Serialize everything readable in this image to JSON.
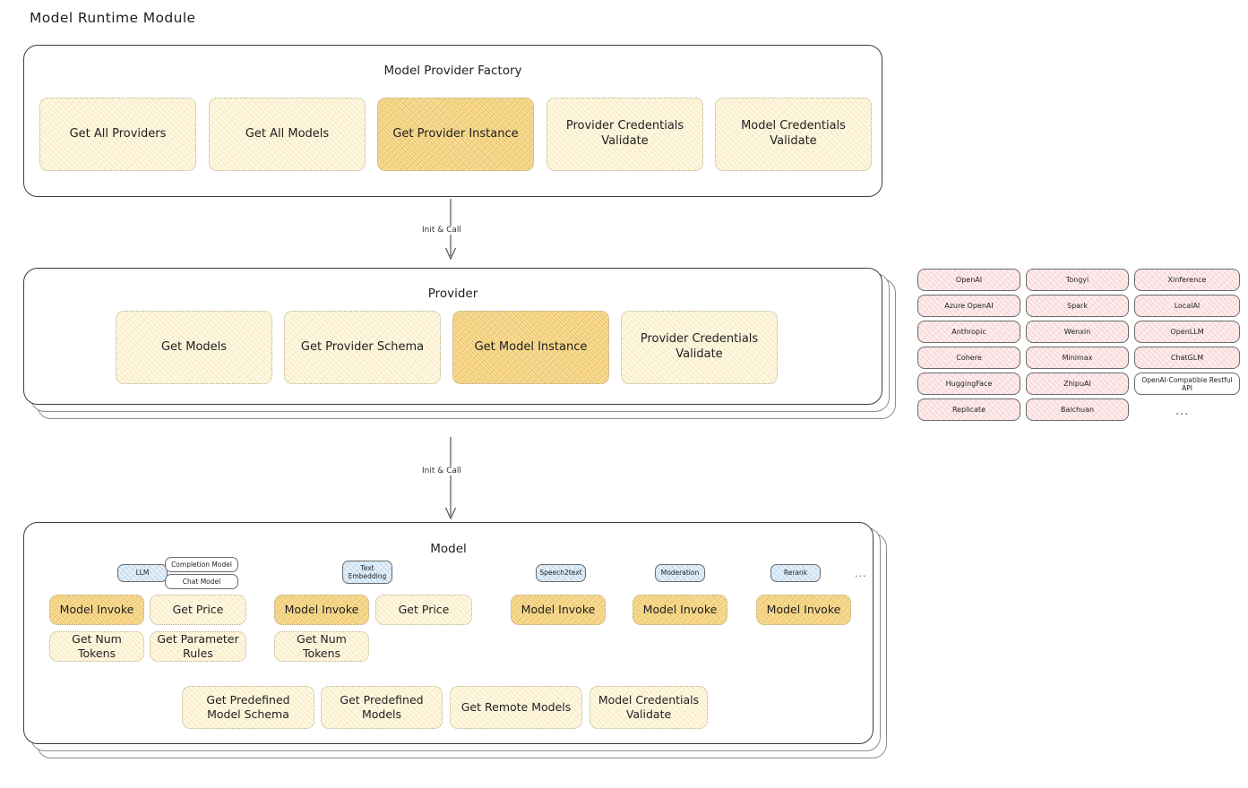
{
  "diagram": {
    "title": "Model Runtime Module"
  },
  "sections": {
    "factory": {
      "title": "Model Provider Factory",
      "nodes": [
        {
          "label": "Get All Providers",
          "highlight": false
        },
        {
          "label": "Get All Models",
          "highlight": false
        },
        {
          "label": "Get Provider Instance",
          "highlight": true
        },
        {
          "label": "Provider Credentials Validate",
          "highlight": false
        },
        {
          "label": "Model Credentials Validate",
          "highlight": false
        }
      ]
    },
    "provider": {
      "title": "Provider",
      "nodes": [
        {
          "label": "Get Models",
          "highlight": false
        },
        {
          "label": "Get Provider Schema",
          "highlight": false
        },
        {
          "label": "Get Model Instance",
          "highlight": true
        },
        {
          "label": "Provider Credentials Validate",
          "highlight": false
        }
      ]
    },
    "model": {
      "title": "Model",
      "groups": [
        {
          "badge": "LLM",
          "sub_badges": [
            "Completion Model",
            "Chat Model"
          ],
          "nodes": [
            {
              "label": "Model Invoke",
              "highlight": true
            },
            {
              "label": "Get Price",
              "highlight": false
            },
            {
              "label": "Get Num Tokens",
              "highlight": false
            },
            {
              "label": "Get Parameter Rules",
              "highlight": false
            }
          ]
        },
        {
          "badge": "Text Embedding",
          "sub_badges": [],
          "nodes": [
            {
              "label": "Model Invoke",
              "highlight": true
            },
            {
              "label": "Get Price",
              "highlight": false
            },
            {
              "label": "Get Num Tokens",
              "highlight": false
            }
          ]
        },
        {
          "badge": "Speech2text",
          "sub_badges": [],
          "nodes": [
            {
              "label": "Model Invoke",
              "highlight": true
            }
          ]
        },
        {
          "badge": "Moderation",
          "sub_badges": [],
          "nodes": [
            {
              "label": "Model Invoke",
              "highlight": true
            }
          ]
        },
        {
          "badge": "Rerank",
          "sub_badges": [],
          "nodes": [
            {
              "label": "Model Invoke",
              "highlight": true
            }
          ]
        }
      ],
      "more": "...",
      "common_nodes": [
        {
          "label": "Get Predefined Model Schema",
          "highlight": false
        },
        {
          "label": "Get Predefined Models",
          "highlight": false
        },
        {
          "label": "Get Remote Models",
          "highlight": false
        },
        {
          "label": "Model Credentials Validate",
          "highlight": false
        }
      ]
    }
  },
  "arrows": [
    {
      "label": "Init & Call"
    },
    {
      "label": "Init & Call"
    }
  ],
  "provider_list": {
    "columns": [
      [
        "OpenAI",
        "Azure OpenAI",
        "Anthropic",
        "Cohere",
        "HuggingFace",
        "Replicate"
      ],
      [
        "Tongyi",
        "Spark",
        "Wenxin",
        "Minimax",
        "ZhipuAI",
        "Baichuan"
      ],
      [
        "Xinference",
        "LocalAI",
        "OpenLLM",
        "ChatGLM",
        "OpenAI-Compatible Restful API"
      ]
    ],
    "more": "..."
  },
  "colors": {
    "pale_yellow": "#fdf8e6",
    "amber": "#f8dfa0",
    "pink": "#fdeeee",
    "blue": "#e4f0fa",
    "stroke": "#3d3d3d"
  }
}
